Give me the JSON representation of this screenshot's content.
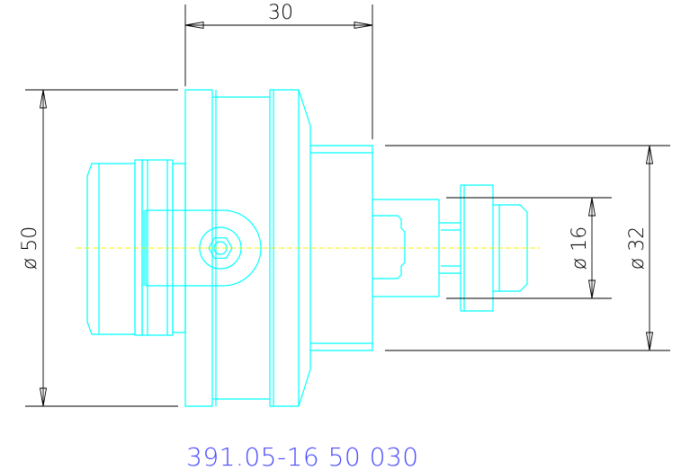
{
  "drawing": {
    "dimensions": {
      "length": "30",
      "outer_diameter": "ø 50",
      "shank_diameter": "ø 32",
      "bore_diameter": "ø 16"
    },
    "part_number": "391.05-16 50 030",
    "colors": {
      "outline": "#00ffff",
      "dimension": "#000000",
      "centerline": "#f0f000",
      "part_number": "#4b4bff"
    }
  }
}
